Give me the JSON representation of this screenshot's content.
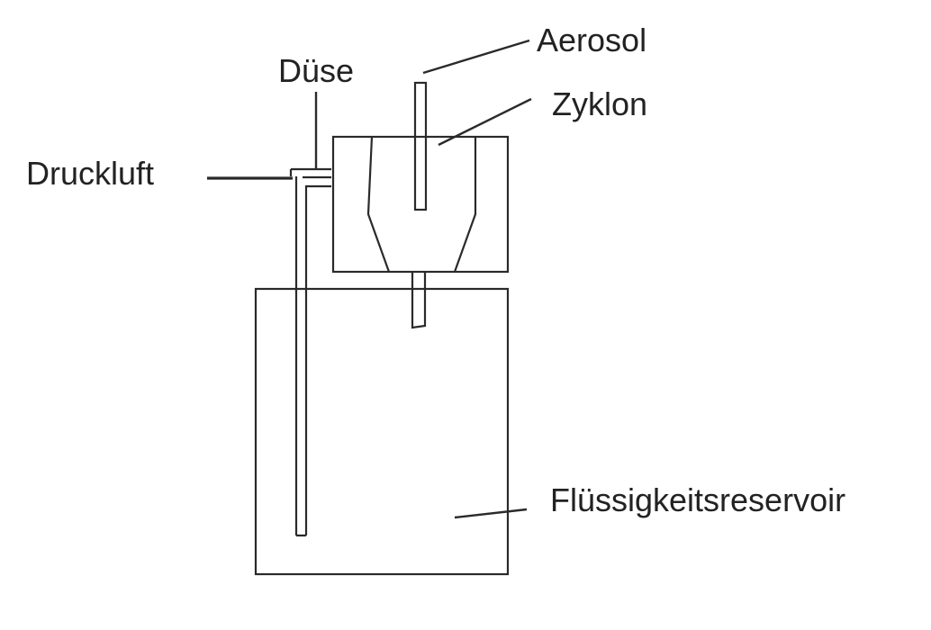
{
  "labels": {
    "aerosol": "Aerosol",
    "duese": "Düse",
    "zyklon": "Zyklon",
    "druckluft": "Druckluft",
    "reservoir": "Flüssigkeitsreservoir"
  },
  "colors": {
    "line": "#2a2a2a",
    "text": "#222222",
    "background": "#ffffff"
  }
}
